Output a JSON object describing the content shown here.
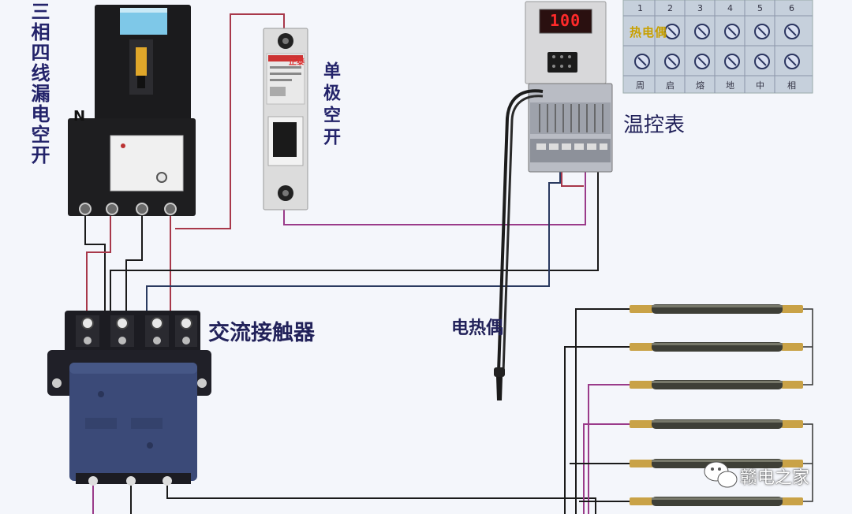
{
  "labels": {
    "leakage_breaker": "三相四线漏电空开",
    "n_terminal": "N",
    "single_breaker": "单极空开",
    "temp_controller": "温控表",
    "contactor": "交流接触器",
    "thermocouple": "电热偶"
  },
  "controller": {
    "display": "100"
  },
  "single_breaker_brand": "正泰",
  "terminal_panel": {
    "numbers": [
      "1",
      "2",
      "3",
      "4",
      "5",
      "6"
    ],
    "tag": "热电偶",
    "bottom_labels": [
      "周",
      "启",
      "熔",
      "地",
      "中",
      "相"
    ]
  },
  "watermark": {
    "text": "赣电之家"
  },
  "colors": {
    "wire_black": "#1a1a1a",
    "wire_red": "#a8384a",
    "wire_purple": "#9a3b8a",
    "wire_blue": "#2a3a60",
    "label_text": "#23236a"
  }
}
